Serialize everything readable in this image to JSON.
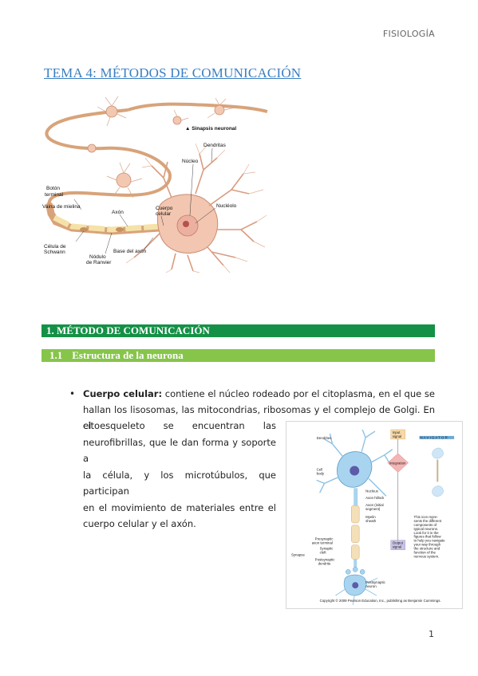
{
  "header": {
    "section": "FISIOLOGÍA"
  },
  "title": "TEMA 4: MÉTODOS DE COMUNICACIÓN",
  "figure1": {
    "labels": {
      "sinapsis": "▲ Sinapsis neuronal",
      "dendritas": "Dendritas",
      "nucleo": "Núcleo",
      "boton": [
        "Botón",
        "terminal"
      ],
      "vaina": "Vaina de mielina",
      "axon": "Axón",
      "cuerpo": [
        "Cuerpo",
        "celular"
      ],
      "nucleolo": "Nucléolo",
      "celula_schwann": [
        "Célula de",
        "Schwann"
      ],
      "nodulo": [
        "Nódulo",
        "de Ranvier"
      ],
      "base_axon": "Base del axón"
    }
  },
  "section1": {
    "label": "1.  MÉTODO DE COMUNICACIÓN"
  },
  "section1_1": {
    "num": "1.1",
    "label": "Estructura de la neurona"
  },
  "bullet": {
    "term": "Cuerpo celular:",
    "line1": " contiene el núcleo rodeado por el citoplasma, en el que se",
    "line2": "hallan los lisosomas, las mitocondrias, ribosomas y el complejo de Golgi. En el",
    "narrow_lines": [
      "citoesqueleto se encuentran las",
      "neurofibrillas, que le dan forma y soporte a",
      "la célula, y los microtúbulos, que participan",
      "en el movimiento de materiales entre el",
      "cuerpo celular y el axón."
    ]
  },
  "figure2": {
    "labels": {
      "dendrites": "Dendrites",
      "cell_body": [
        "Cell",
        "body"
      ],
      "nucleus": "Nucleus",
      "axon_hillock": "Axon hillock",
      "axon_initial": [
        "Axon (initial",
        "segment)"
      ],
      "myelin": [
        "Myelin",
        "sheath"
      ],
      "presynaptic": [
        "Presynaptic",
        "axon terminal"
      ],
      "synaptic_cleft": [
        "Synaptic",
        "cleft"
      ],
      "postsynaptic_dendrite": [
        "Postsynaptic",
        "dendrite"
      ],
      "synapse": "Synapse",
      "postsynaptic_neuron": [
        "Postsynaptic",
        "neuron"
      ],
      "input": [
        "Input",
        "signal"
      ],
      "integration": "Integration",
      "output": [
        "Output",
        "signal"
      ],
      "navigator": "N A V I G A T O R",
      "icon_note": [
        "This icon repre-",
        "sents the different",
        "components of",
        "typical neurons.",
        "Look for it in the",
        "figures that follow",
        "to help you navigate",
        "your way through",
        "the structure and",
        "function of the",
        "nervous system."
      ],
      "copyright": "Copyright © 2009 Pearson Education, Inc., publishing as Benjamin Cummings."
    }
  },
  "page_number": "1",
  "colors": {
    "title_blue": "#3a7fc1",
    "section_green": "#149146",
    "subsection_green": "#86c54a"
  }
}
